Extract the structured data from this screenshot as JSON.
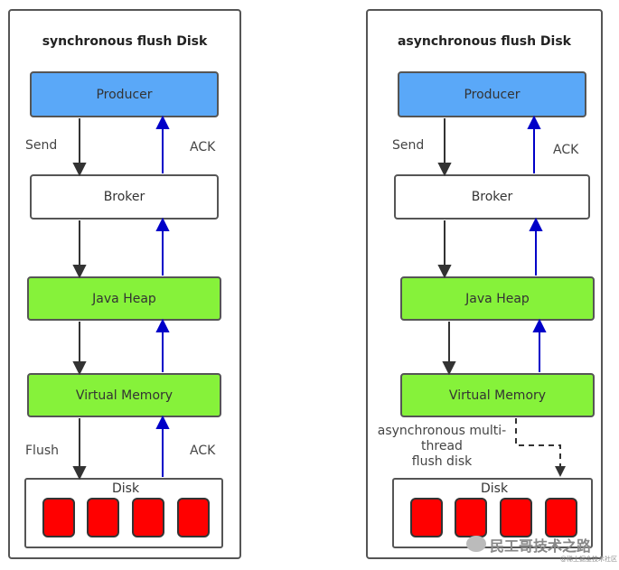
{
  "left": {
    "title": "synchronous flush Disk",
    "producer": "Producer",
    "broker": "Broker",
    "heap": "Java Heap",
    "vm": "Virtual Memory",
    "disk": "Disk",
    "send": "Send",
    "ack_top": "ACK",
    "flush": "Flush",
    "ack_bottom": "ACK"
  },
  "right": {
    "title": "asynchronous flush Disk",
    "producer": "Producer",
    "broker": "Broker",
    "heap": "Java Heap",
    "vm": "Virtual Memory",
    "disk": "Disk",
    "send": "Send",
    "ack_top": "ACK",
    "async_note": "asynchronous multi-\nthread\nflush disk"
  },
  "watermark": {
    "text": "民工哥技术之路",
    "subtext": "@稀土掘金技术社区"
  },
  "colors": {
    "producer": "#5aa8f8",
    "green": "#86f23a",
    "disk_block": "#ff0000",
    "ack_arrow": "#0000c8",
    "down_arrow": "#333333"
  }
}
